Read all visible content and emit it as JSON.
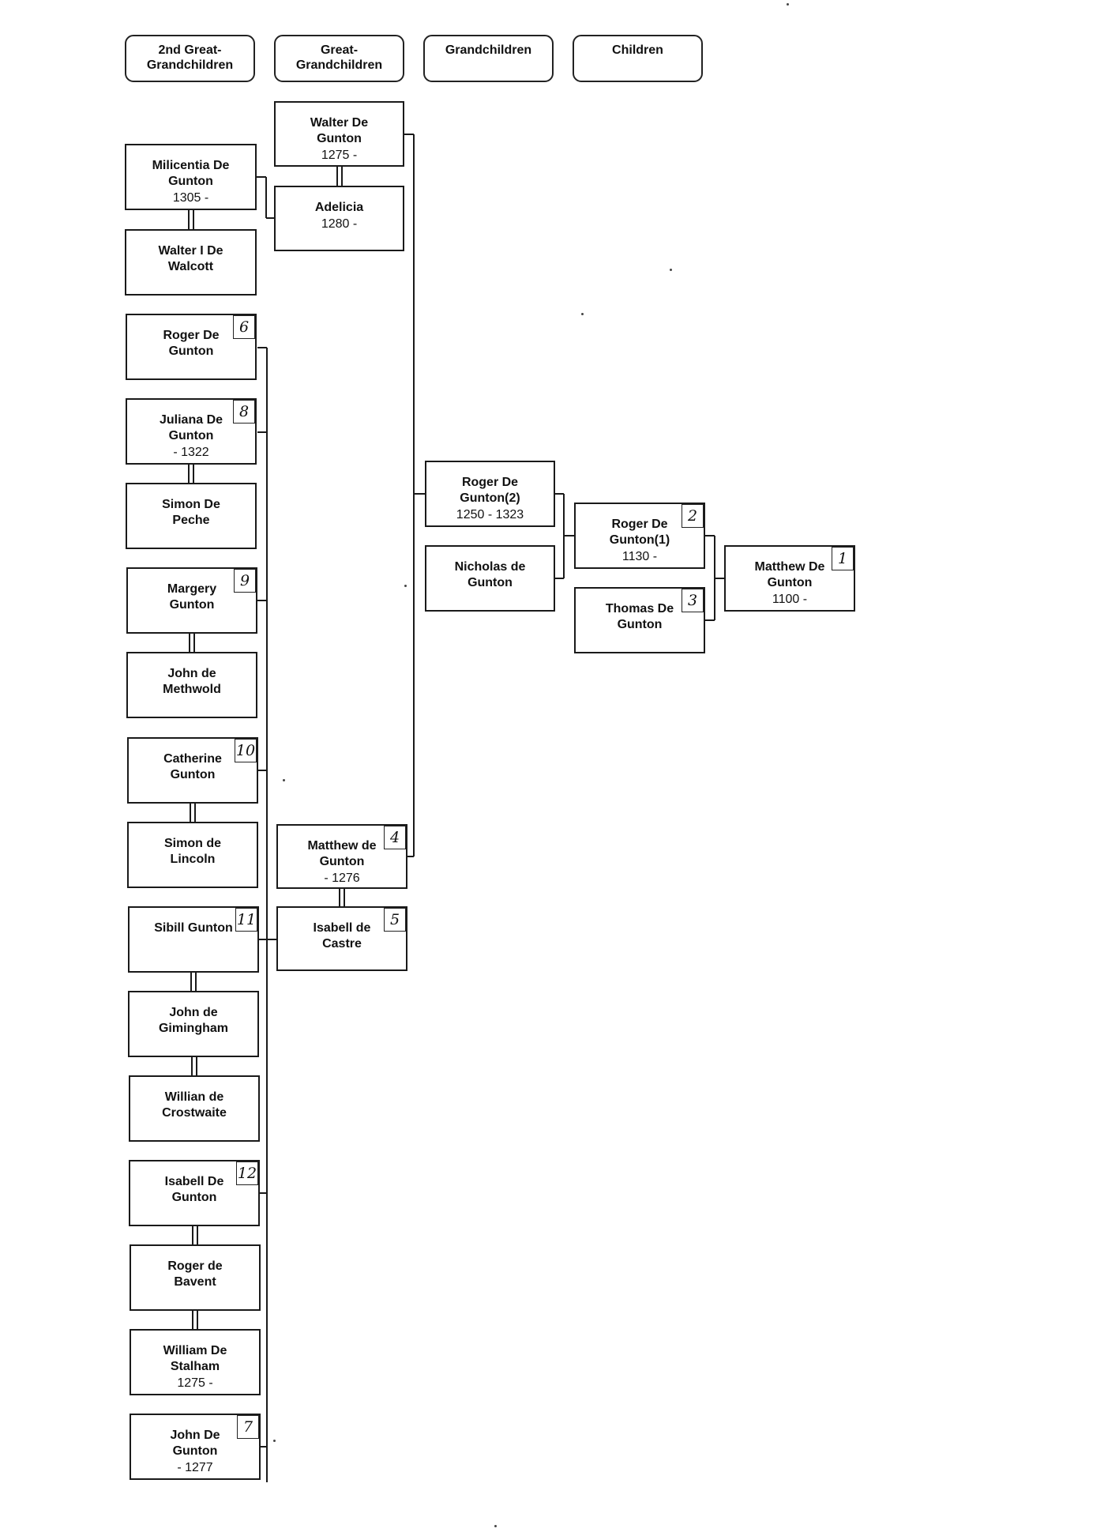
{
  "headers": [
    {
      "key": "h1",
      "label": "2nd Great-\nGrandchildren"
    },
    {
      "key": "h2",
      "label": "Great-\nGrandchildren"
    },
    {
      "key": "h3",
      "label": "Grandchildren"
    },
    {
      "key": "h4",
      "label": "Children"
    }
  ],
  "people": [
    {
      "key": "walter-de-gunton",
      "name": "Walter De\nGunton",
      "dates": "1275 -",
      "tag": ""
    },
    {
      "key": "adelicia",
      "name": "Adelicia",
      "dates": "1280 -",
      "tag": ""
    },
    {
      "key": "milicentia-de-gunton",
      "name": "Milicentia De\nGunton",
      "dates": "1305 -",
      "tag": ""
    },
    {
      "key": "walter-i-de-walcott",
      "name": "Walter I De\nWalcott",
      "dates": "",
      "tag": ""
    },
    {
      "key": "roger-de-gunton",
      "name": "Roger De\nGunton",
      "dates": "",
      "tag": "6"
    },
    {
      "key": "juliana-de-gunton",
      "name": "Juliana De\nGunton",
      "dates": "- 1322",
      "tag": "8"
    },
    {
      "key": "simon-de-peche",
      "name": "Simon De\nPeche",
      "dates": "",
      "tag": ""
    },
    {
      "key": "margery-gunton",
      "name": "Margery\nGunton",
      "dates": "",
      "tag": "9"
    },
    {
      "key": "john-de-methwold",
      "name": "John de\nMethwold",
      "dates": "",
      "tag": ""
    },
    {
      "key": "catherine-gunton",
      "name": "Catherine\nGunton",
      "dates": "",
      "tag": "10"
    },
    {
      "key": "simon-de-lincoln",
      "name": "Simon de\nLincoln",
      "dates": "",
      "tag": ""
    },
    {
      "key": "sibill-gunton",
      "name": "Sibill Gunton",
      "dates": "",
      "tag": "11"
    },
    {
      "key": "john-de-gimingham",
      "name": "John de\nGimingham",
      "dates": "",
      "tag": ""
    },
    {
      "key": "willian-de-crostwaite",
      "name": "Willian de\nCrostwaite",
      "dates": "",
      "tag": ""
    },
    {
      "key": "isabell-de-gunton",
      "name": "Isabell De\nGunton",
      "dates": "",
      "tag": "12"
    },
    {
      "key": "roger-de-bavent",
      "name": "Roger de\nBavent",
      "dates": "",
      "tag": ""
    },
    {
      "key": "william-de-stalham",
      "name": "William De\nStalham",
      "dates": "1275 -",
      "tag": ""
    },
    {
      "key": "john-de-gunton",
      "name": "John De\nGunton",
      "dates": "- 1277",
      "tag": "7"
    },
    {
      "key": "matthew-de-gunton-4",
      "name": "Matthew de\nGunton",
      "dates": "- 1276",
      "tag": "4"
    },
    {
      "key": "isabell-de-castre",
      "name": "Isabell de\nCastre",
      "dates": "",
      "tag": "5"
    },
    {
      "key": "roger-de-gunton-2",
      "name": "Roger De\nGunton(2)",
      "dates": "1250 - 1323",
      "tag": ""
    },
    {
      "key": "nicholas-de-gunton",
      "name": "Nicholas de\nGunton",
      "dates": "",
      "tag": ""
    },
    {
      "key": "roger-de-gunton-1",
      "name": "Roger De\nGunton(1)",
      "dates": "1130 -",
      "tag": "2"
    },
    {
      "key": "thomas-de-gunton",
      "name": "Thomas De\nGunton",
      "dates": "",
      "tag": "3"
    },
    {
      "key": "matthew-de-gunton-1",
      "name": "Matthew De\nGunton",
      "dates": "1100 -",
      "tag": "1"
    }
  ]
}
